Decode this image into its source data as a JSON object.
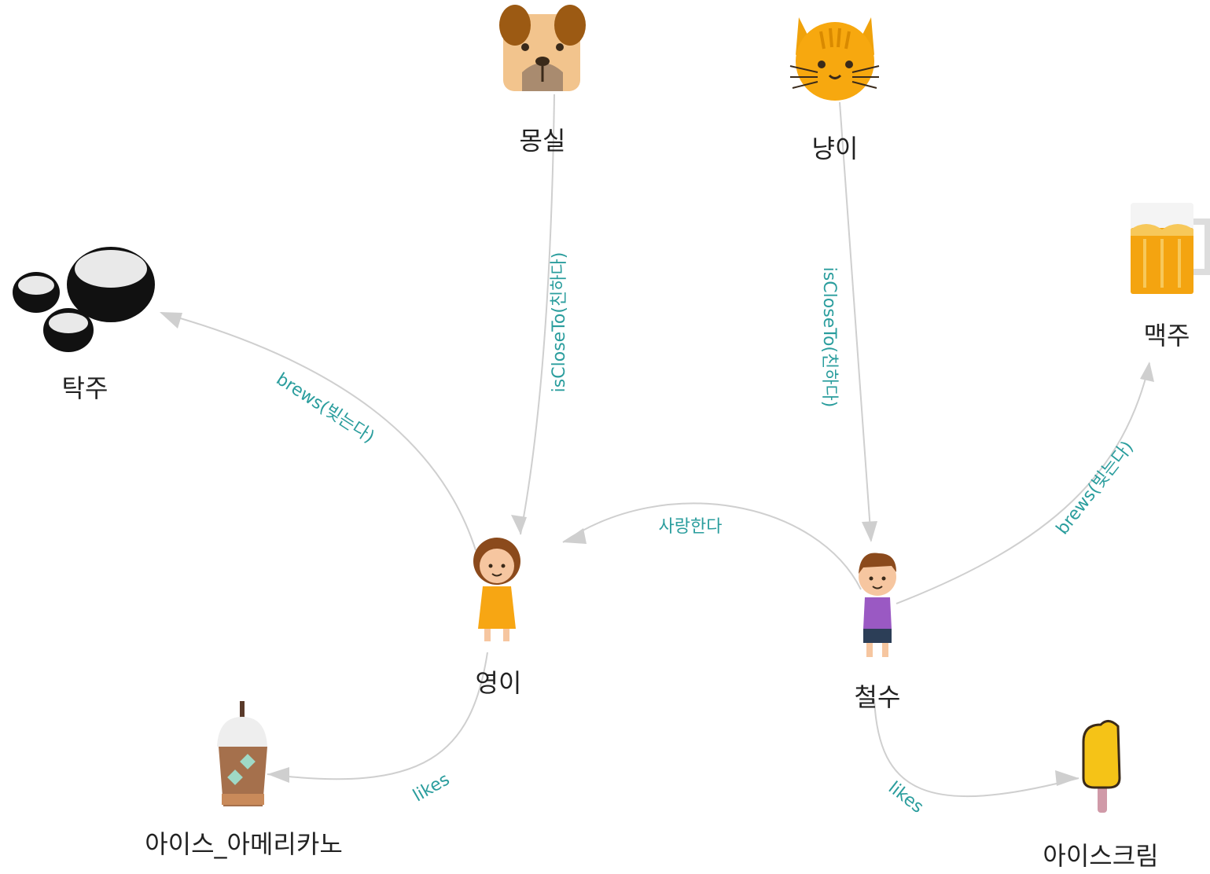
{
  "nodes": {
    "dog": {
      "label": "몽실",
      "icon": "dog-icon"
    },
    "cat": {
      "label": "냥이",
      "icon": "cat-icon"
    },
    "takju": {
      "label": "탁주",
      "icon": "rice-wine-bowls-icon"
    },
    "beer": {
      "label": "맥주",
      "icon": "beer-mug-icon"
    },
    "younghee": {
      "label": "영이",
      "icon": "girl-icon"
    },
    "chulsoo": {
      "label": "철수",
      "icon": "boy-icon"
    },
    "coffee": {
      "label": "아이스_아메리카노",
      "icon": "iced-coffee-icon"
    },
    "icecream": {
      "label": "아이스크림",
      "icon": "ice-cream-bar-icon"
    }
  },
  "edges": {
    "dog_younghee": {
      "label": "isCloseTo(친하다)"
    },
    "cat_chulsoo": {
      "label": "isCloseTo(친하다)"
    },
    "younghee_takju": {
      "label": "brews(빚는다)"
    },
    "chulsoo_beer": {
      "label": "brews(빚는다)"
    },
    "chulsoo_younghee": {
      "label": "사랑한다"
    },
    "younghee_coffee": {
      "label": "likes"
    },
    "chulsoo_icecream": {
      "label": "likes"
    }
  },
  "colors": {
    "edge": "#cfcfcf",
    "edge_label": "#2a9d9d",
    "node_label": "#222222"
  }
}
